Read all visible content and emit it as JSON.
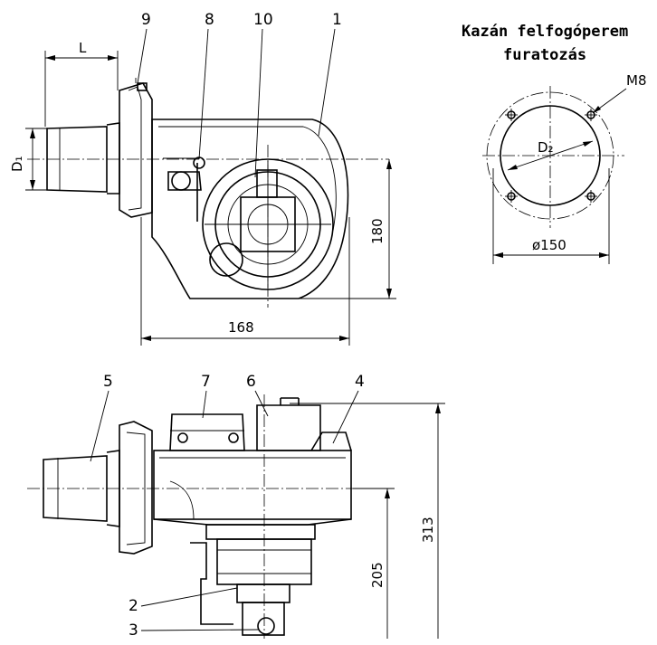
{
  "mounting_flange_title": {
    "line1": "Kazán felfogóperem",
    "line2": "furatozás"
  },
  "mounting_flange": {
    "bolt_label": "M8",
    "inner_diameter_label": "D₂",
    "outer_diameter_label": "ø150"
  },
  "side_view": {
    "dim_l": "L",
    "dim_d1": "D₁",
    "dim_width": "168",
    "dim_height": "180",
    "callouts": [
      "9",
      "8",
      "10",
      "1"
    ]
  },
  "top_view": {
    "dim_total_height": "313",
    "dim_lower_height": "205",
    "callouts": [
      "5",
      "7",
      "6",
      "4",
      "2",
      "3"
    ]
  }
}
